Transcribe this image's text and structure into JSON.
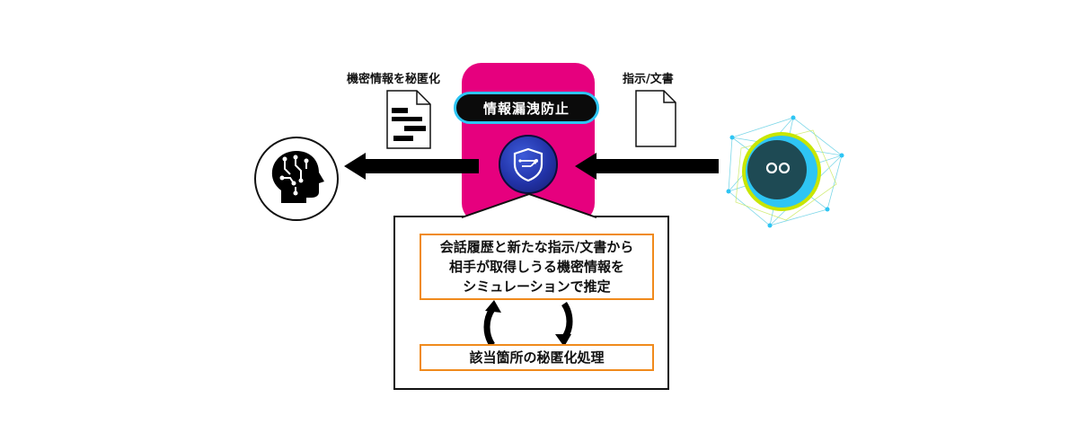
{
  "labels": {
    "redact_doc": "機密情報を秘匿化",
    "instruction_doc": "指示/文書",
    "leak_prevention": "情報漏洩防止"
  },
  "process": {
    "simulate_lines": [
      "会話履歴と新たな指示/文書から",
      "相手が取得しうる機密情報を",
      "シミュレーションで推定"
    ],
    "redact_step": "該当箇所の秘匿化処理"
  },
  "colors": {
    "magenta": "#e6007e",
    "cyan": "#2ec5f4",
    "orange": "#f08a1c",
    "badge_blue": "#2233a8"
  },
  "icons": [
    "ai-head-icon",
    "redacted-document-icon",
    "blank-document-icon",
    "shield-icon",
    "agent-robot-icon",
    "cycle-arrows-icon"
  ]
}
